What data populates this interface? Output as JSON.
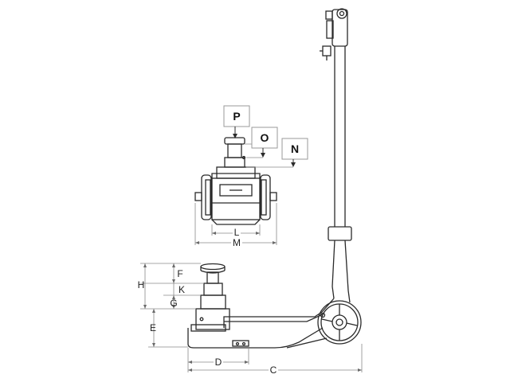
{
  "callouts": {
    "P": "P",
    "O": "O",
    "N": "N"
  },
  "dimensions": {
    "L": "L",
    "M": "M",
    "H": "H",
    "F": "F",
    "K": "K",
    "G": "G",
    "E": "E",
    "D": "D",
    "C": "C"
  },
  "colors": {
    "line": "#2a2a2a",
    "dim_line": "#8a8a8a",
    "background": "#ffffff"
  }
}
